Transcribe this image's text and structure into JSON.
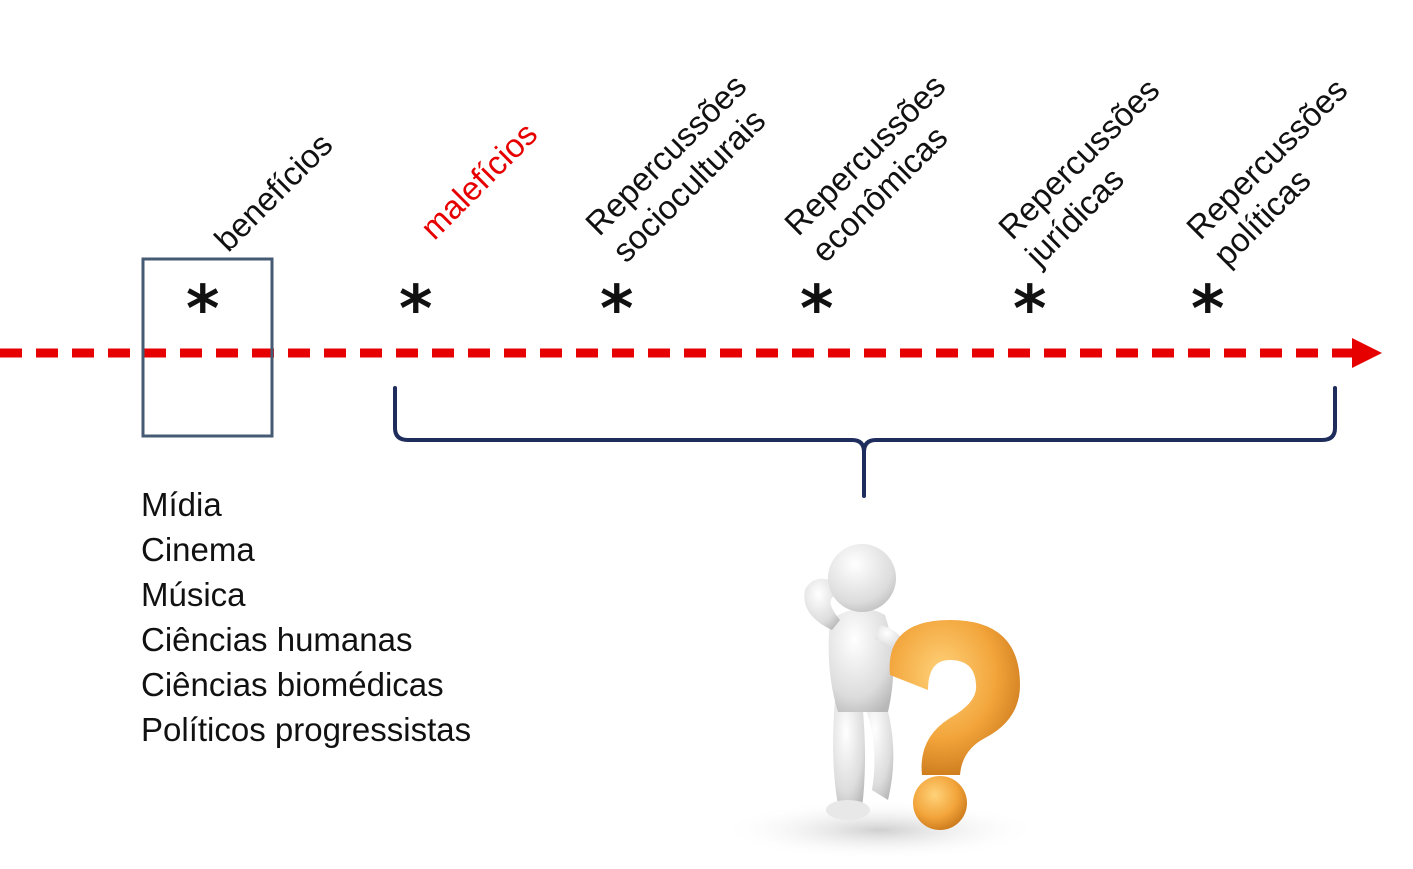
{
  "colors": {
    "arrow": "#e60000",
    "box": "#445b73",
    "brace": "#1f2d5c",
    "highlight": "#e60000",
    "text": "#111111"
  },
  "categories": [
    {
      "id": "beneficios",
      "lines": [
        "benefícios"
      ],
      "highlight": false
    },
    {
      "id": "maleficios",
      "lines": [
        "malefícios"
      ],
      "highlight": true
    },
    {
      "id": "socioculturais",
      "lines": [
        "Repercussões",
        "socioculturais"
      ],
      "highlight": false
    },
    {
      "id": "economicas",
      "lines": [
        "Repercussões",
        "econômicas"
      ],
      "highlight": false
    },
    {
      "id": "juridicas",
      "lines": [
        "Repercussões",
        "jurídicas"
      ],
      "highlight": false
    },
    {
      "id": "politicas",
      "lines": [
        "Repercussões",
        "políticas"
      ],
      "highlight": false
    }
  ],
  "star_symbol": "*",
  "list_items": [
    "Mídia",
    "Cinema",
    "Música",
    "Ciências humanas",
    "Ciências biomédicas",
    "Políticos progressistas"
  ],
  "illustration": {
    "icon": "thinking-person-with-question-mark-icon",
    "symbol": "?"
  }
}
